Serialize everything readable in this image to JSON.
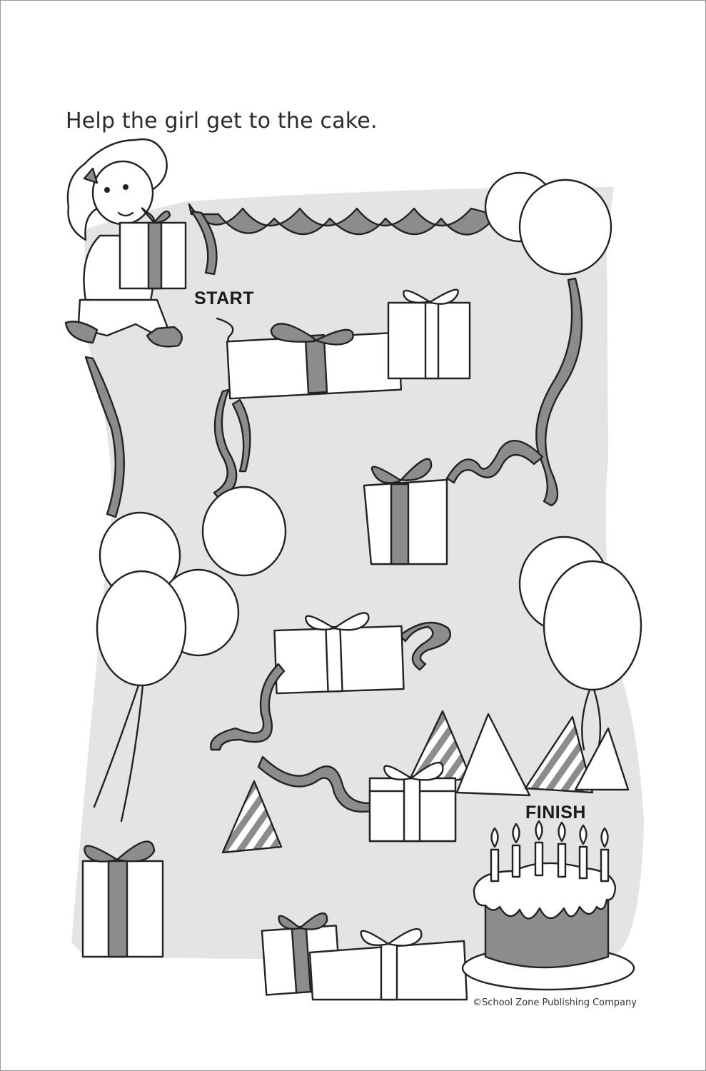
{
  "instruction": "Help the girl get to the cake.",
  "labels": {
    "start": "START",
    "finish": "FINISH"
  },
  "copyright": "©School Zone Publishing Company",
  "colors": {
    "background": "#e4e4e4",
    "ribbon": "#8c8c8c",
    "outline": "#222222",
    "paper": "#ffffff"
  }
}
